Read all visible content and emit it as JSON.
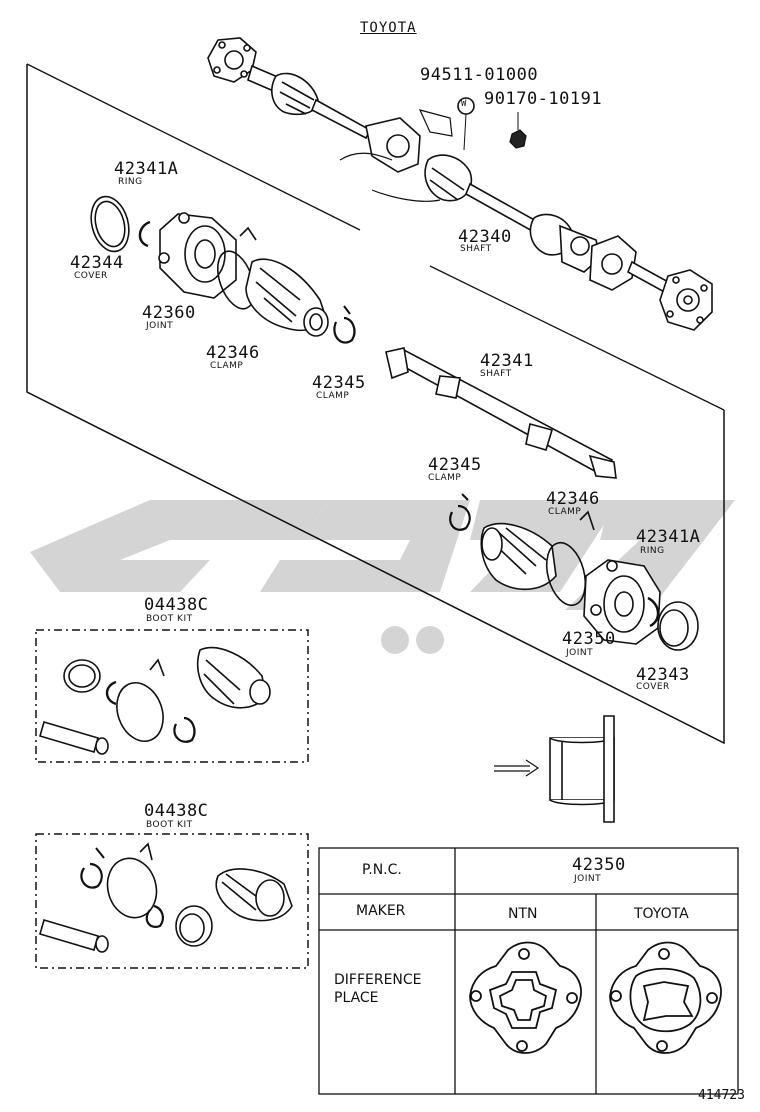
{
  "brand": "TOYOTA",
  "diagram_id": "414723",
  "parts": [
    {
      "num": "94511-01000",
      "desc": ""
    },
    {
      "num": "90170-10191",
      "desc": ""
    },
    {
      "num": "42341A",
      "desc": "RING"
    },
    {
      "num": "42344",
      "desc": "COVER"
    },
    {
      "num": "42360",
      "desc": "JOINT"
    },
    {
      "num": "42346",
      "desc": "CLAMP"
    },
    {
      "num": "42345",
      "desc": "CLAMP"
    },
    {
      "num": "42340",
      "desc": "SHAFT"
    },
    {
      "num": "42341",
      "desc": "SHAFT"
    },
    {
      "num": "42345",
      "desc": "CLAMP"
    },
    {
      "num": "42346",
      "desc": "CLAMP"
    },
    {
      "num": "42341A",
      "desc": "RING"
    },
    {
      "num": "42350",
      "desc": "JOINT"
    },
    {
      "num": "42343",
      "desc": "COVER"
    }
  ],
  "boot_kits": [
    {
      "num": "04438C",
      "desc": "BOOT KIT"
    },
    {
      "num": "04438C",
      "desc": "BOOT KIT"
    }
  ],
  "washer_mark": "W",
  "table": {
    "pnc_label": "P.N.C.",
    "pnc_num": "42350",
    "pnc_desc": "JOINT",
    "maker_label": "MAKER",
    "maker_a": "NTN",
    "maker_b": "TOYOTA",
    "diff_label_1": "DIFFERENCE",
    "diff_label_2": "PLACE"
  },
  "colors": {
    "ink": "#111111",
    "watermark": "#d2d2d2"
  }
}
